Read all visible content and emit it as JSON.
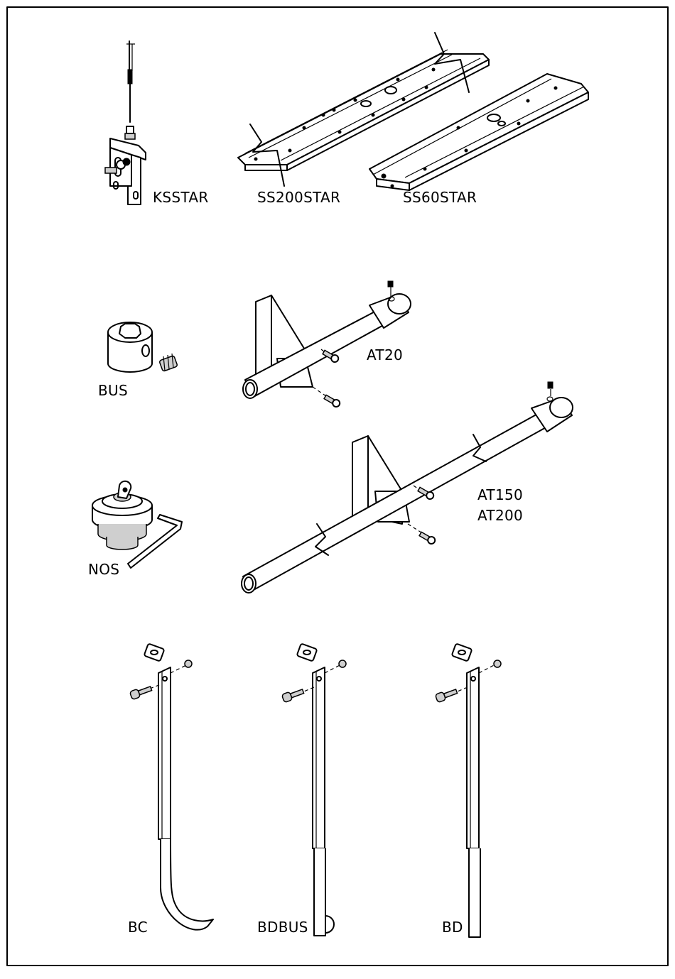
{
  "labels": {
    "ksstar": "KSSTAR",
    "ss200star": "SS200STAR",
    "ss60star": "SS60STAR",
    "bus": "BUS",
    "at20": "AT20",
    "at150": "AT150",
    "at200": "AT200",
    "nos": "NOS",
    "bc": "BC",
    "bdbus": "BDBUS",
    "bd": "BD"
  }
}
